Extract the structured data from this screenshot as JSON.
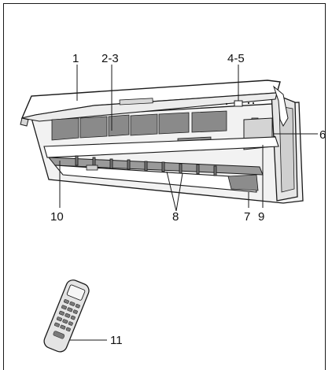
{
  "callouts": {
    "c1": "1",
    "c2_3": "2-3",
    "c4_5": "4-5",
    "c6": "6",
    "c7": "7",
    "c8": "8",
    "c9": "9",
    "c10": "10",
    "c11": "11"
  },
  "colors": {
    "line": "#1a1a1a",
    "filter": "#8a8a8a",
    "shade": "#c8c8c8",
    "background": "#ffffff"
  }
}
